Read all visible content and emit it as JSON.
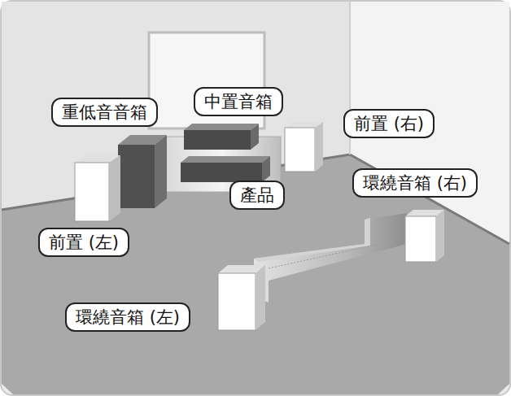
{
  "diagram": {
    "nodes": [
      {
        "text": [
          "中置音箱"
        ]
      },
      {
        "text": [
          "重低音音箱"
        ]
      },
      {
        "text": [
          "前置 (右)"
        ]
      },
      {
        "text": [
          "環繞音箱 (右)"
        ]
      },
      {
        "text": [
          "產品"
        ]
      },
      {
        "text": [
          "前置 (左)"
        ]
      },
      {
        "text": [
          "環繞音箱 (左)"
        ]
      }
    ]
  }
}
